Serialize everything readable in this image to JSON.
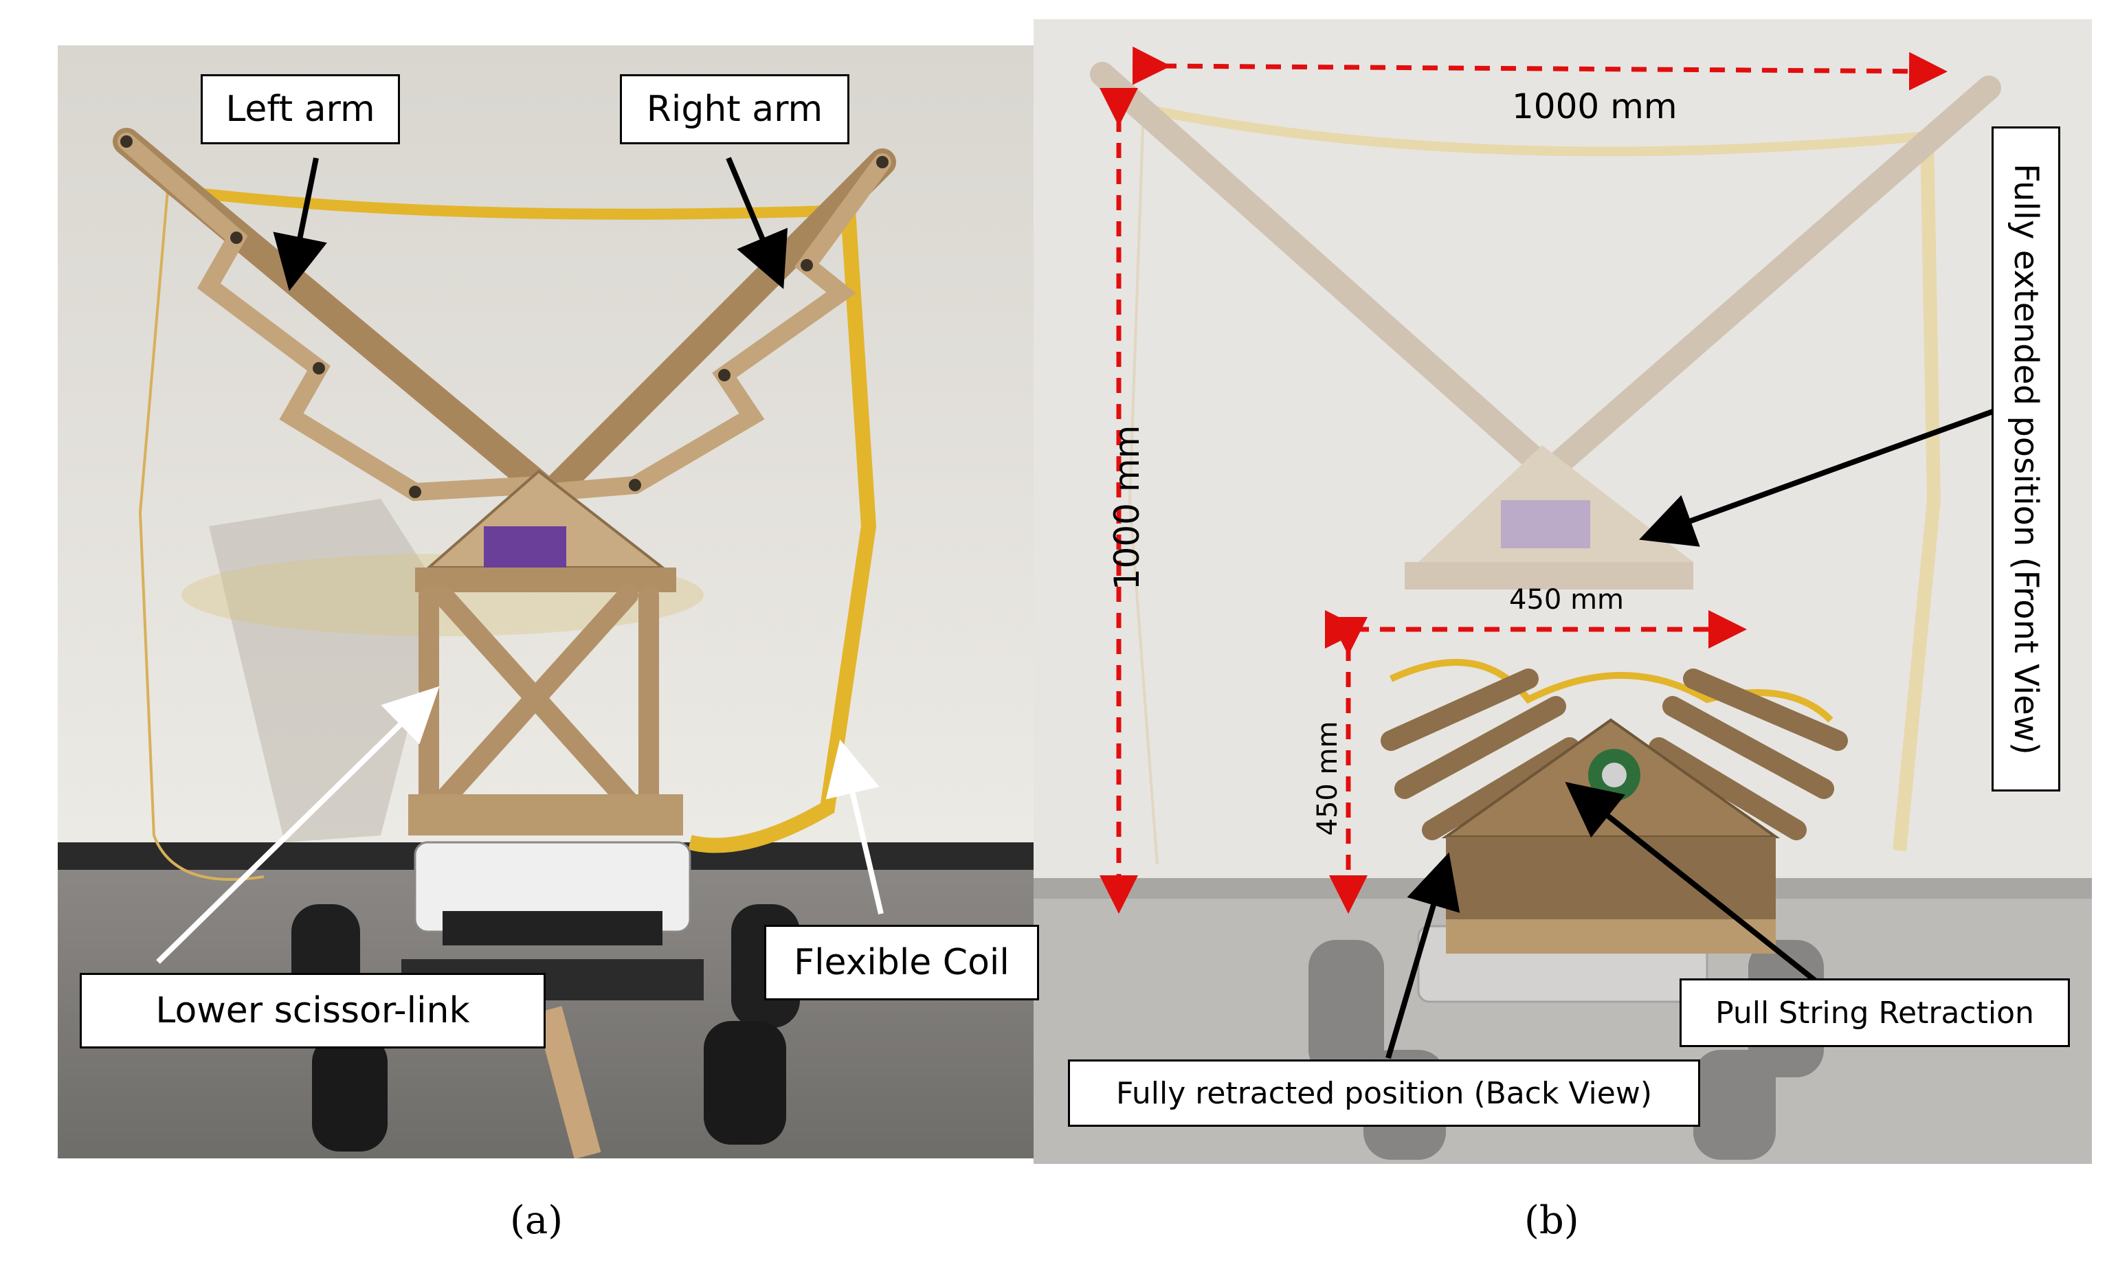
{
  "panel_a": {
    "labels": {
      "left_arm": "Left arm",
      "right_arm": "Right arm",
      "lower_scissor_link": "Lower scissor-link",
      "flexible_coil": "Flexible Coil"
    },
    "caption": "(a)"
  },
  "panel_b": {
    "dimensions": {
      "width_top": "1000 mm",
      "height_left": "1000 mm",
      "retracted_width": "450 mm",
      "retracted_height": "450 mm"
    },
    "labels": {
      "fully_extended": "Fully extended position (Front View)",
      "pull_string": "Pull String Retraction",
      "fully_retracted": "Fully retracted position (Back View)"
    },
    "caption": "(b)"
  },
  "colors": {
    "wall": "#e8e6e1",
    "floor": "#7c7a77",
    "wood": "#b8986e",
    "coil": "#e3b52b",
    "dimension": "#e10e0e"
  }
}
